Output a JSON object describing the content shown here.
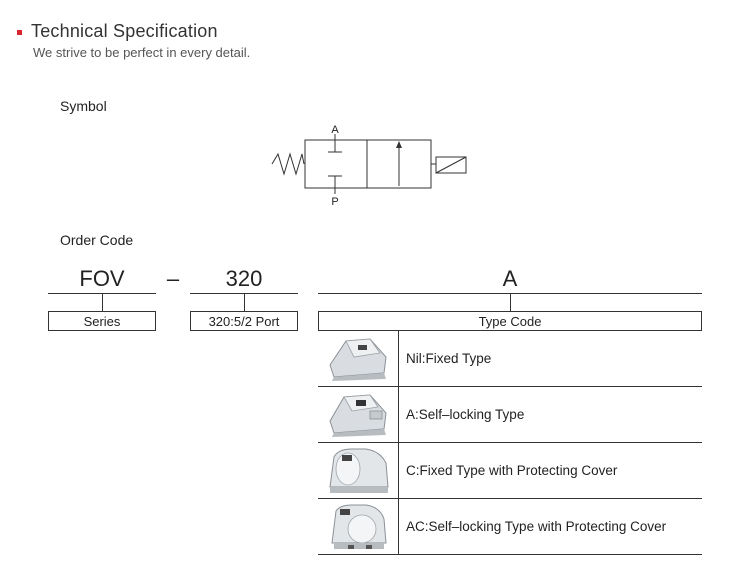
{
  "header": {
    "title": "Technical Specification",
    "subtitle": "We strive to be perfect in every detail."
  },
  "symbol": {
    "label": "Symbol",
    "port_a": "A",
    "port_p": "P"
  },
  "order_code": {
    "label": "Order Code",
    "series_code": "FOV",
    "dash": "–",
    "port_code": "320",
    "type_code": "A",
    "series_box": "Series",
    "port_box": "320:5/2  Port",
    "type_box": "Type Code"
  },
  "types": [
    {
      "label": "Nil:Fixed Type",
      "icon": "pedal-fixed-icon"
    },
    {
      "label": "A:Self–locking Type",
      "icon": "pedal-self-locking-icon"
    },
    {
      "label": "C:Fixed Type with Protecting Cover",
      "icon": "pedal-cover-fixed-icon"
    },
    {
      "label": "AC:Self–locking Type with Protecting Cover",
      "icon": "pedal-cover-self-locking-icon"
    }
  ],
  "colors": {
    "accent": "#d8262e",
    "line": "#333333"
  }
}
